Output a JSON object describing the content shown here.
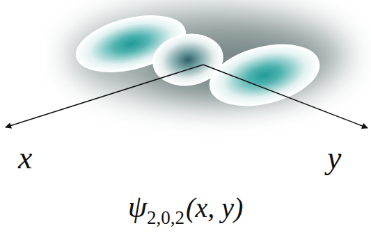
{
  "diagram": {
    "labels": [
      "x",
      "y",
      "ψ",
      "2,0,2",
      "(x, y)"
    ]
  }
}
